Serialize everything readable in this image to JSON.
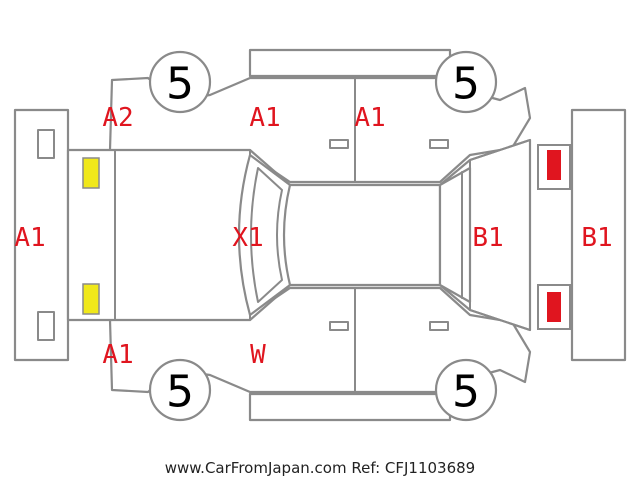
{
  "colors": {
    "outline": "#8a8a8a",
    "damage_mark": "#e0151f",
    "front_lamp": "#f0e81a",
    "rear_lamp": "#e0151f"
  },
  "tires": {
    "front_upper": "5",
    "rear_upper": "5",
    "front_lower": "5",
    "rear_lower": "5"
  },
  "marks": {
    "front_bumper": "A1",
    "front_left_fender": "A2",
    "front_left_door": "A1",
    "rear_left_door": "A1",
    "front_right_fender": "A1",
    "windshield": "W",
    "roof": "X1",
    "rear_panel": "B1",
    "rear_bumper": "B1"
  },
  "footer": "www.CarFromJapan.com Ref: CFJ1103689"
}
